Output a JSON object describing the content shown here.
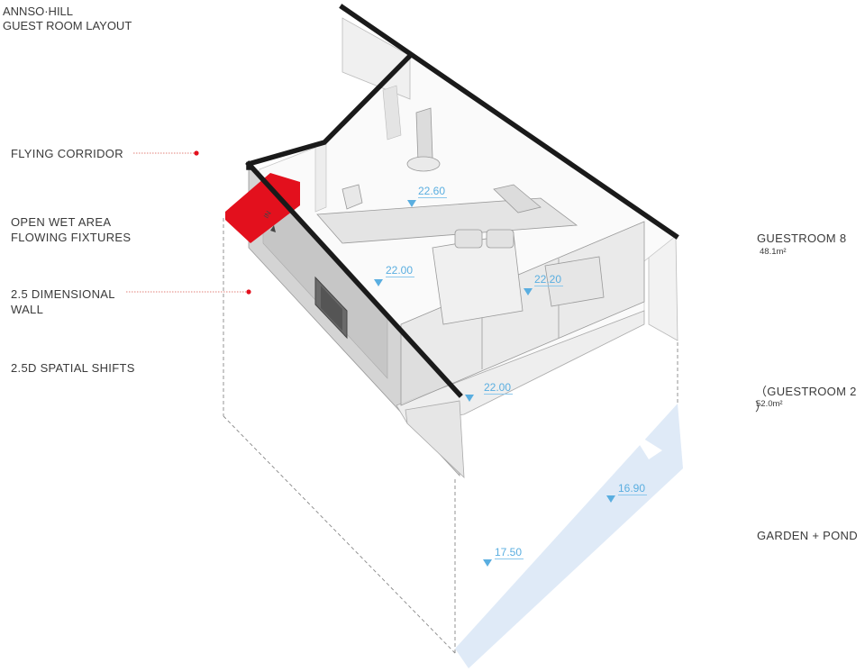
{
  "title": {
    "line1": "ANNSO·HILL",
    "line2": "GUEST ROOM LAYOUT"
  },
  "left_labels": [
    {
      "lines": [
        "FLYING CORRIDOR"
      ],
      "leader": true
    },
    {
      "lines": [
        "OPEN WET AREA",
        "FLOWING FIXTURES"
      ],
      "leader": false
    },
    {
      "lines": [
        "2.5 DIMENSIONAL",
        "WALL"
      ],
      "leader": true
    },
    {
      "lines": [
        "2.5D SPATIAL SHIFTS"
      ],
      "leader": false
    }
  ],
  "right_labels": {
    "guestroom8": {
      "name": "GUESTROOM 8",
      "area": "48.1m²"
    },
    "guestroom2": {
      "name": "（GUESTROOM 2 ）",
      "area": "52.0m²"
    },
    "garden": {
      "name": "GARDEN + POND"
    }
  },
  "wall_tag": "IN",
  "elevations": [
    "22.60",
    "22.00",
    "22.20",
    "22.00",
    "16.90",
    "17.50"
  ],
  "colors": {
    "accent_red": "#e3101d",
    "elevation_blue": "#5aaee0",
    "water_blue": "#dde9f7",
    "wall_black": "#1a1a1a"
  }
}
